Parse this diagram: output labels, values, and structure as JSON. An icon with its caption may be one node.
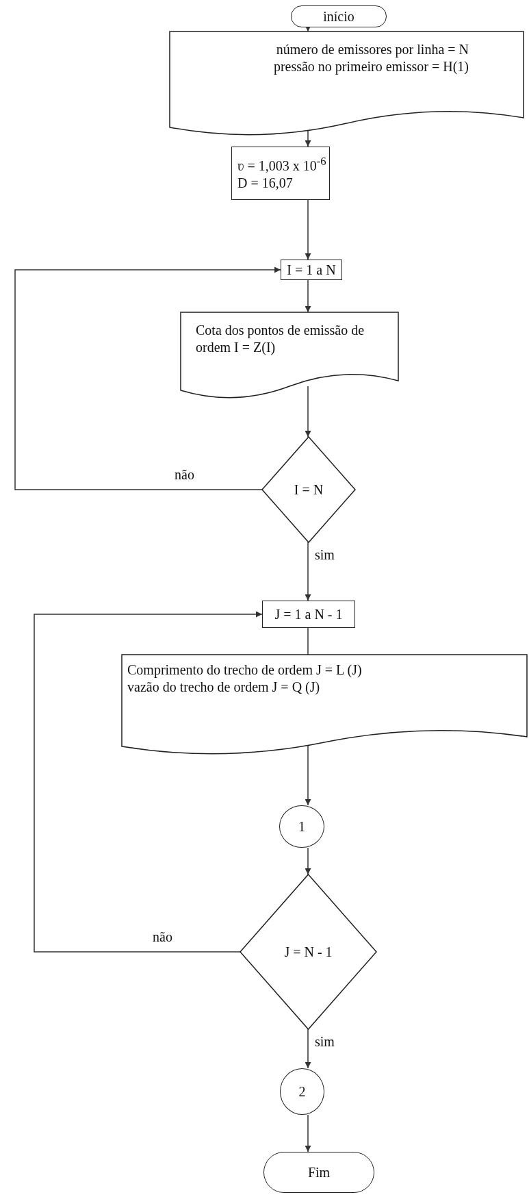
{
  "diagram": {
    "nodes": [
      {
        "text": [
          "início"
        ]
      },
      {
        "text": [
          "número de emissores por linha = N",
          "pressão no primeiro emissor = H(1)"
        ]
      },
      {
        "text": [
          "ʋ = 1,003 x 10$^{-6}$",
          "D = 16,07"
        ]
      },
      {
        "text": [
          "I = 1 a N"
        ]
      },
      {
        "text": [
          "Cota dos pontos de emissão de ordem I = Z(I)"
        ]
      },
      {
        "text": [
          "I = N"
        ]
      },
      {
        "text": [
          "J = 1 a N - 1"
        ]
      },
      {
        "text": [
          "Comprimento do trecho de ordem J = L (J)",
          "vazão do trecho de ordem J = Q (J)"
        ]
      },
      {
        "text": [
          "1"
        ]
      },
      {
        "text": [
          "J = N - 1"
        ]
      },
      {
        "text": [
          "2"
        ]
      },
      {
        "text": [
          "Fim"
        ]
      }
    ],
    "edges": [
      {
        "from": 0,
        "to": 1,
        "arrow": "to"
      },
      {
        "from": 1,
        "to": 2,
        "arrow": "to"
      },
      {
        "from": 2,
        "to": 3,
        "arrow": "to"
      },
      {
        "from": 3,
        "to": 4,
        "arrow": "to"
      },
      {
        "from": 4,
        "to": 5,
        "arrow": "to"
      },
      {
        "from": 5,
        "to": 3,
        "arrow": "to",
        "label": "não"
      },
      {
        "from": 5,
        "to": 6,
        "arrow": "to",
        "label": "sim"
      },
      {
        "from": 6,
        "to": 7,
        "arrow": "none"
      },
      {
        "from": 7,
        "to": 8,
        "arrow": "to"
      },
      {
        "from": 8,
        "to": 9,
        "arrow": "to"
      },
      {
        "from": 9,
        "to": 6,
        "arrow": "to",
        "label": "não"
      },
      {
        "from": 9,
        "to": 10,
        "arrow": "to",
        "label": "sim"
      },
      {
        "from": 10,
        "to": 11,
        "arrow": "to"
      }
    ]
  }
}
